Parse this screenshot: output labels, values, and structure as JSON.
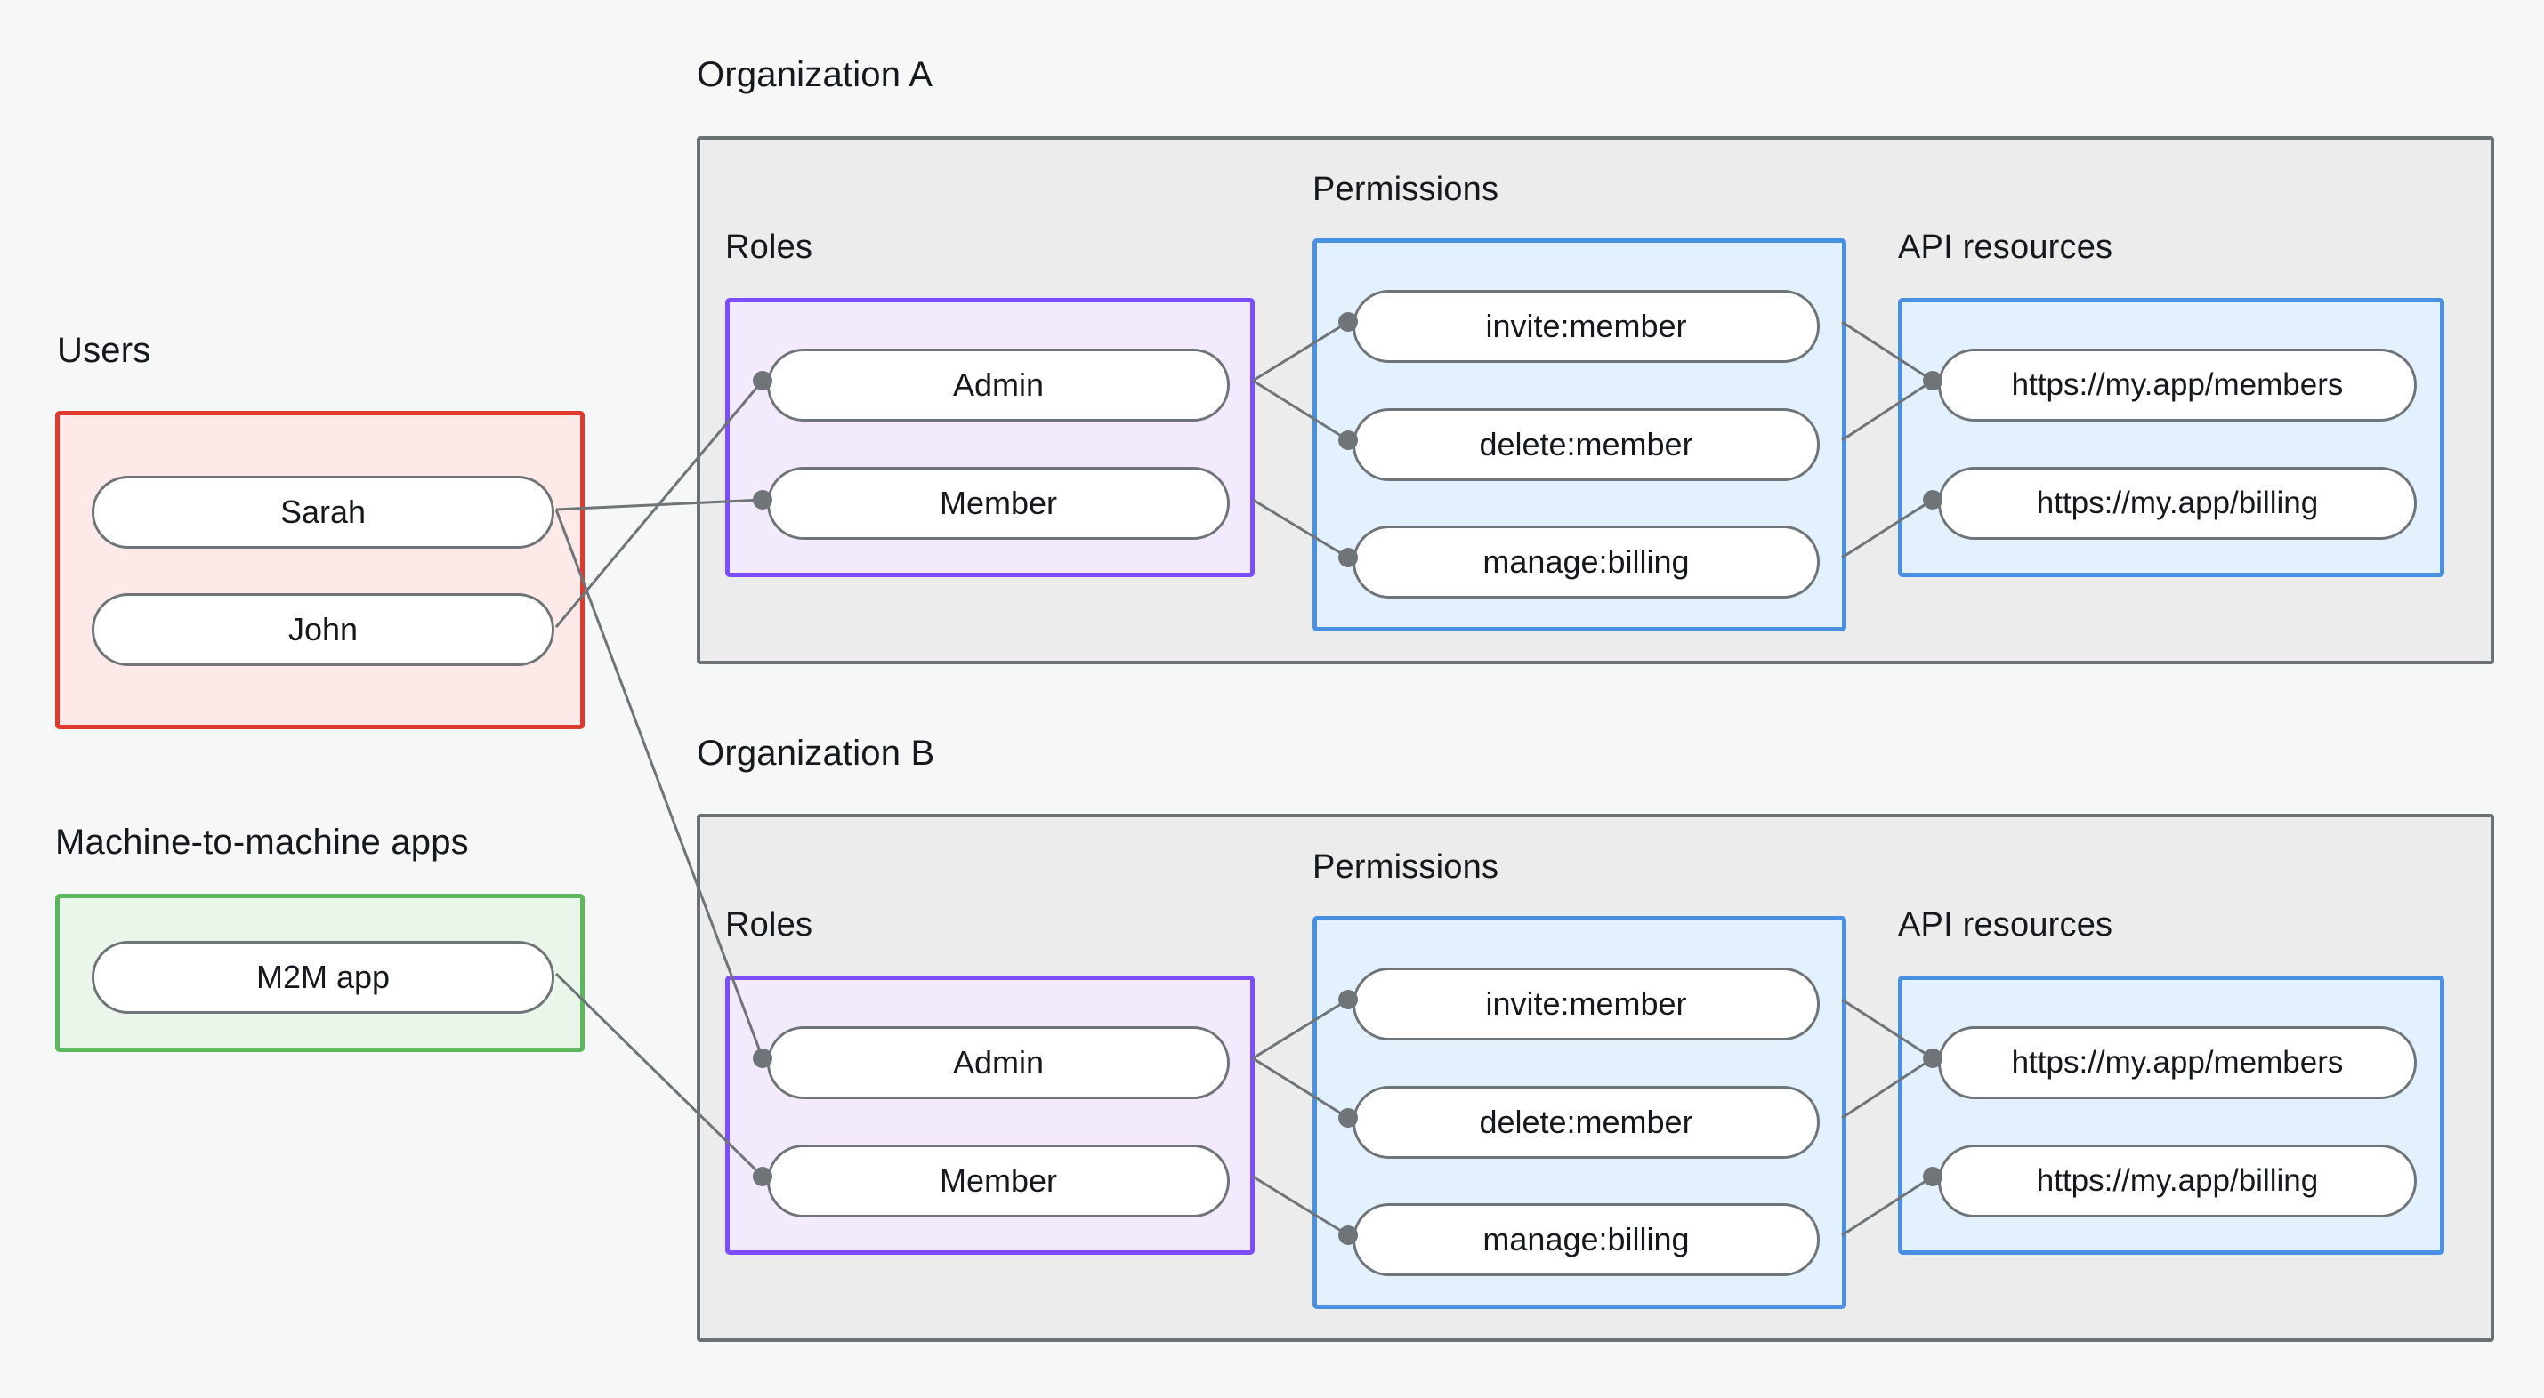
{
  "diagram": {
    "title_present": false,
    "background_color": "#f6f8f7",
    "groups": {
      "users": {
        "label": "Users",
        "border_color": "#e03a2f",
        "fill_color": "#fdeae8"
      },
      "m2m": {
        "label": "Machine-to-machine apps",
        "border_color": "#5cb85c",
        "fill_color": "#eaf6ea"
      },
      "org_a": {
        "label": "Organization A",
        "border_color": "#6b7175",
        "fill_color": "#ececec"
      },
      "org_b": {
        "label": "Organization B",
        "border_color": "#6b7175",
        "fill_color": "#ececec"
      },
      "roles": {
        "label": "Roles",
        "border_color": "#7c4dff",
        "fill_color": "#f3ebfd"
      },
      "permissions": {
        "label": "Permissions",
        "border_color": "#4a90e2",
        "fill_color": "#e3f0fd"
      },
      "api_resources": {
        "label": "API resources",
        "border_color": "#4a90e2",
        "fill_color": "#e3f0fd"
      }
    },
    "nodes": {
      "users": [
        "Sarah",
        "John"
      ],
      "m2m": [
        "M2M app"
      ],
      "org_a_roles": [
        "Admin",
        "Member"
      ],
      "org_a_permissions": [
        "invite:member",
        "delete:member",
        "manage:billing"
      ],
      "org_a_api_resources": [
        "https://my.app/members",
        "https://my.app/billing"
      ],
      "org_b_roles": [
        "Admin",
        "Member"
      ],
      "org_b_permissions": [
        "invite:member",
        "delete:member",
        "manage:billing"
      ],
      "org_b_api_resources": [
        "https://my.app/members",
        "https://my.app/billing"
      ]
    },
    "edges": [
      {
        "from": "Sarah",
        "to": "Organization A / Member"
      },
      {
        "from": "Sarah",
        "to": "Organization B / Admin"
      },
      {
        "from": "John",
        "to": "Organization A / Admin"
      },
      {
        "from": "M2M app",
        "to": "Organization B / Member"
      },
      {
        "from": "Organization A / Admin",
        "to": "Organization A / invite:member"
      },
      {
        "from": "Organization A / Admin",
        "to": "Organization A / delete:member"
      },
      {
        "from": "Organization A / Member",
        "to": "Organization A / manage:billing"
      },
      {
        "from": "Organization A / invite:member",
        "to": "Organization A / https://my.app/members"
      },
      {
        "from": "Organization A / delete:member",
        "to": "Organization A / https://my.app/members"
      },
      {
        "from": "Organization A / manage:billing",
        "to": "Organization A / https://my.app/billing"
      },
      {
        "from": "Organization B / Admin",
        "to": "Organization B / invite:member"
      },
      {
        "from": "Organization B / Admin",
        "to": "Organization B / delete:member"
      },
      {
        "from": "Organization B / Member",
        "to": "Organization B / manage:billing"
      },
      {
        "from": "Organization B / invite:member",
        "to": "Organization B / https://my.app/members"
      },
      {
        "from": "Organization B / delete:member",
        "to": "Organization B / https://my.app/members"
      },
      {
        "from": "Organization B / manage:billing",
        "to": "Organization B / https://my.app/billing"
      }
    ],
    "edge_color": "#6e7478"
  }
}
